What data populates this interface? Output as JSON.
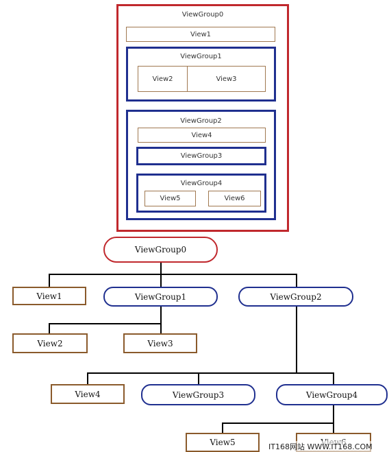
{
  "box_diagram": {
    "viewgroup0": "ViewGroup0",
    "view1": "View1",
    "viewgroup1": "ViewGroup1",
    "view2": "View2",
    "view3": "View3",
    "viewgroup2": "ViewGroup2",
    "view4": "View4",
    "viewgroup3": "ViewGroup3",
    "viewgroup4": "ViewGroup4",
    "view5": "View5",
    "view6": "View6"
  },
  "tree": {
    "viewgroup0": "ViewGroup0",
    "view1": "View1",
    "viewgroup1": "ViewGroup1",
    "viewgroup2": "ViewGroup2",
    "view2": "View2",
    "view3": "View3",
    "view4": "View4",
    "viewgroup3": "ViewGroup3",
    "viewgroup4": "ViewGroup4",
    "view5": "View5",
    "view6": "View6"
  },
  "watermark": "IT168网站 WWW.IT168.COM",
  "colors": {
    "root_border": "#c0282d",
    "group_border": "#1f2f8f",
    "view_border": "#8a5a2b"
  }
}
